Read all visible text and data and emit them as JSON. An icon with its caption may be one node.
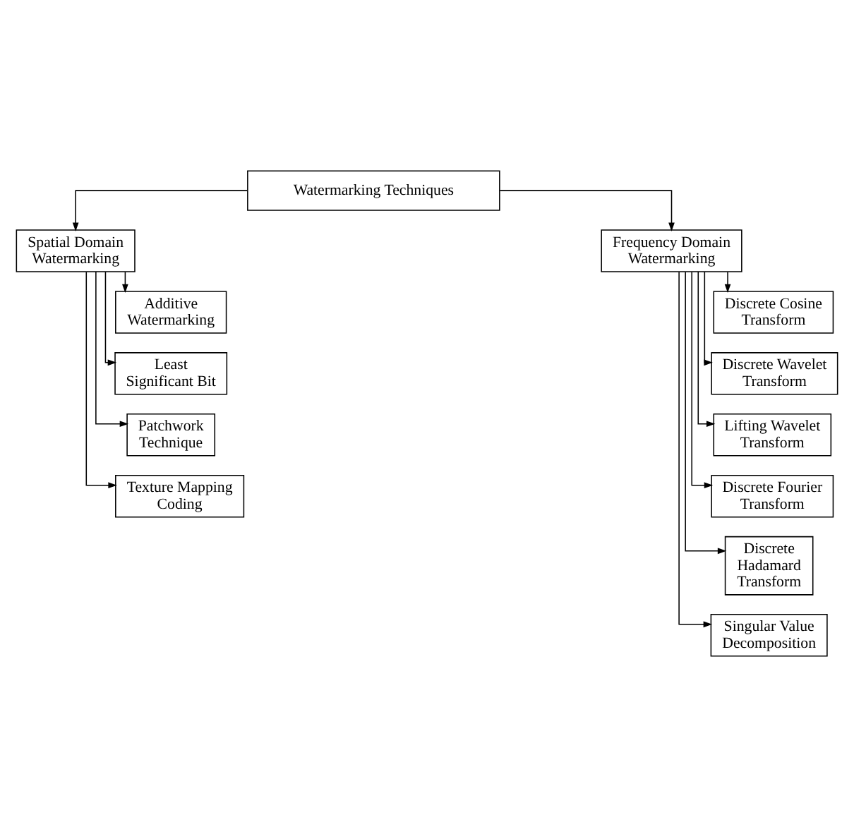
{
  "diagram": {
    "nodes": [
      {
        "text": [
          "Watermarking Techniques"
        ]
      },
      {
        "text": [
          "Spatial Domain Watermarking"
        ]
      },
      {
        "text": [
          "Frequency Domain Watermarking"
        ]
      },
      {
        "text": [
          "Additive Watermarking"
        ]
      },
      {
        "text": [
          "Least Significant Bit"
        ]
      },
      {
        "text": [
          "Patchwork Technique"
        ]
      },
      {
        "text": [
          "Texture Mapping Coding"
        ]
      },
      {
        "text": [
          "Discrete Cosine Transform"
        ]
      },
      {
        "text": [
          "Discrete Wavelet Transform"
        ]
      },
      {
        "text": [
          "Lifting Wavelet Transform"
        ]
      },
      {
        "text": [
          "Discrete Fourier Transform"
        ]
      },
      {
        "text": [
          "Discrete Hadamard Transform"
        ]
      },
      {
        "text": [
          "Singular Value Decomposition"
        ]
      }
    ],
    "edges": [
      {
        "from": 0,
        "to": 1,
        "arrow": "to"
      },
      {
        "from": 0,
        "to": 2,
        "arrow": "to"
      },
      {
        "from": 1,
        "to": 3,
        "arrow": "to"
      },
      {
        "from": 1,
        "to": 4,
        "arrow": "to"
      },
      {
        "from": 1,
        "to": 5,
        "arrow": "to"
      },
      {
        "from": 1,
        "to": 6,
        "arrow": "to"
      },
      {
        "from": 2,
        "to": 7,
        "arrow": "to"
      },
      {
        "from": 2,
        "to": 8,
        "arrow": "to"
      },
      {
        "from": 2,
        "to": 9,
        "arrow": "to"
      },
      {
        "from": 2,
        "to": 10,
        "arrow": "to"
      },
      {
        "from": 2,
        "to": 11,
        "arrow": "to"
      },
      {
        "from": 2,
        "to": 12,
        "arrow": "to"
      }
    ]
  }
}
